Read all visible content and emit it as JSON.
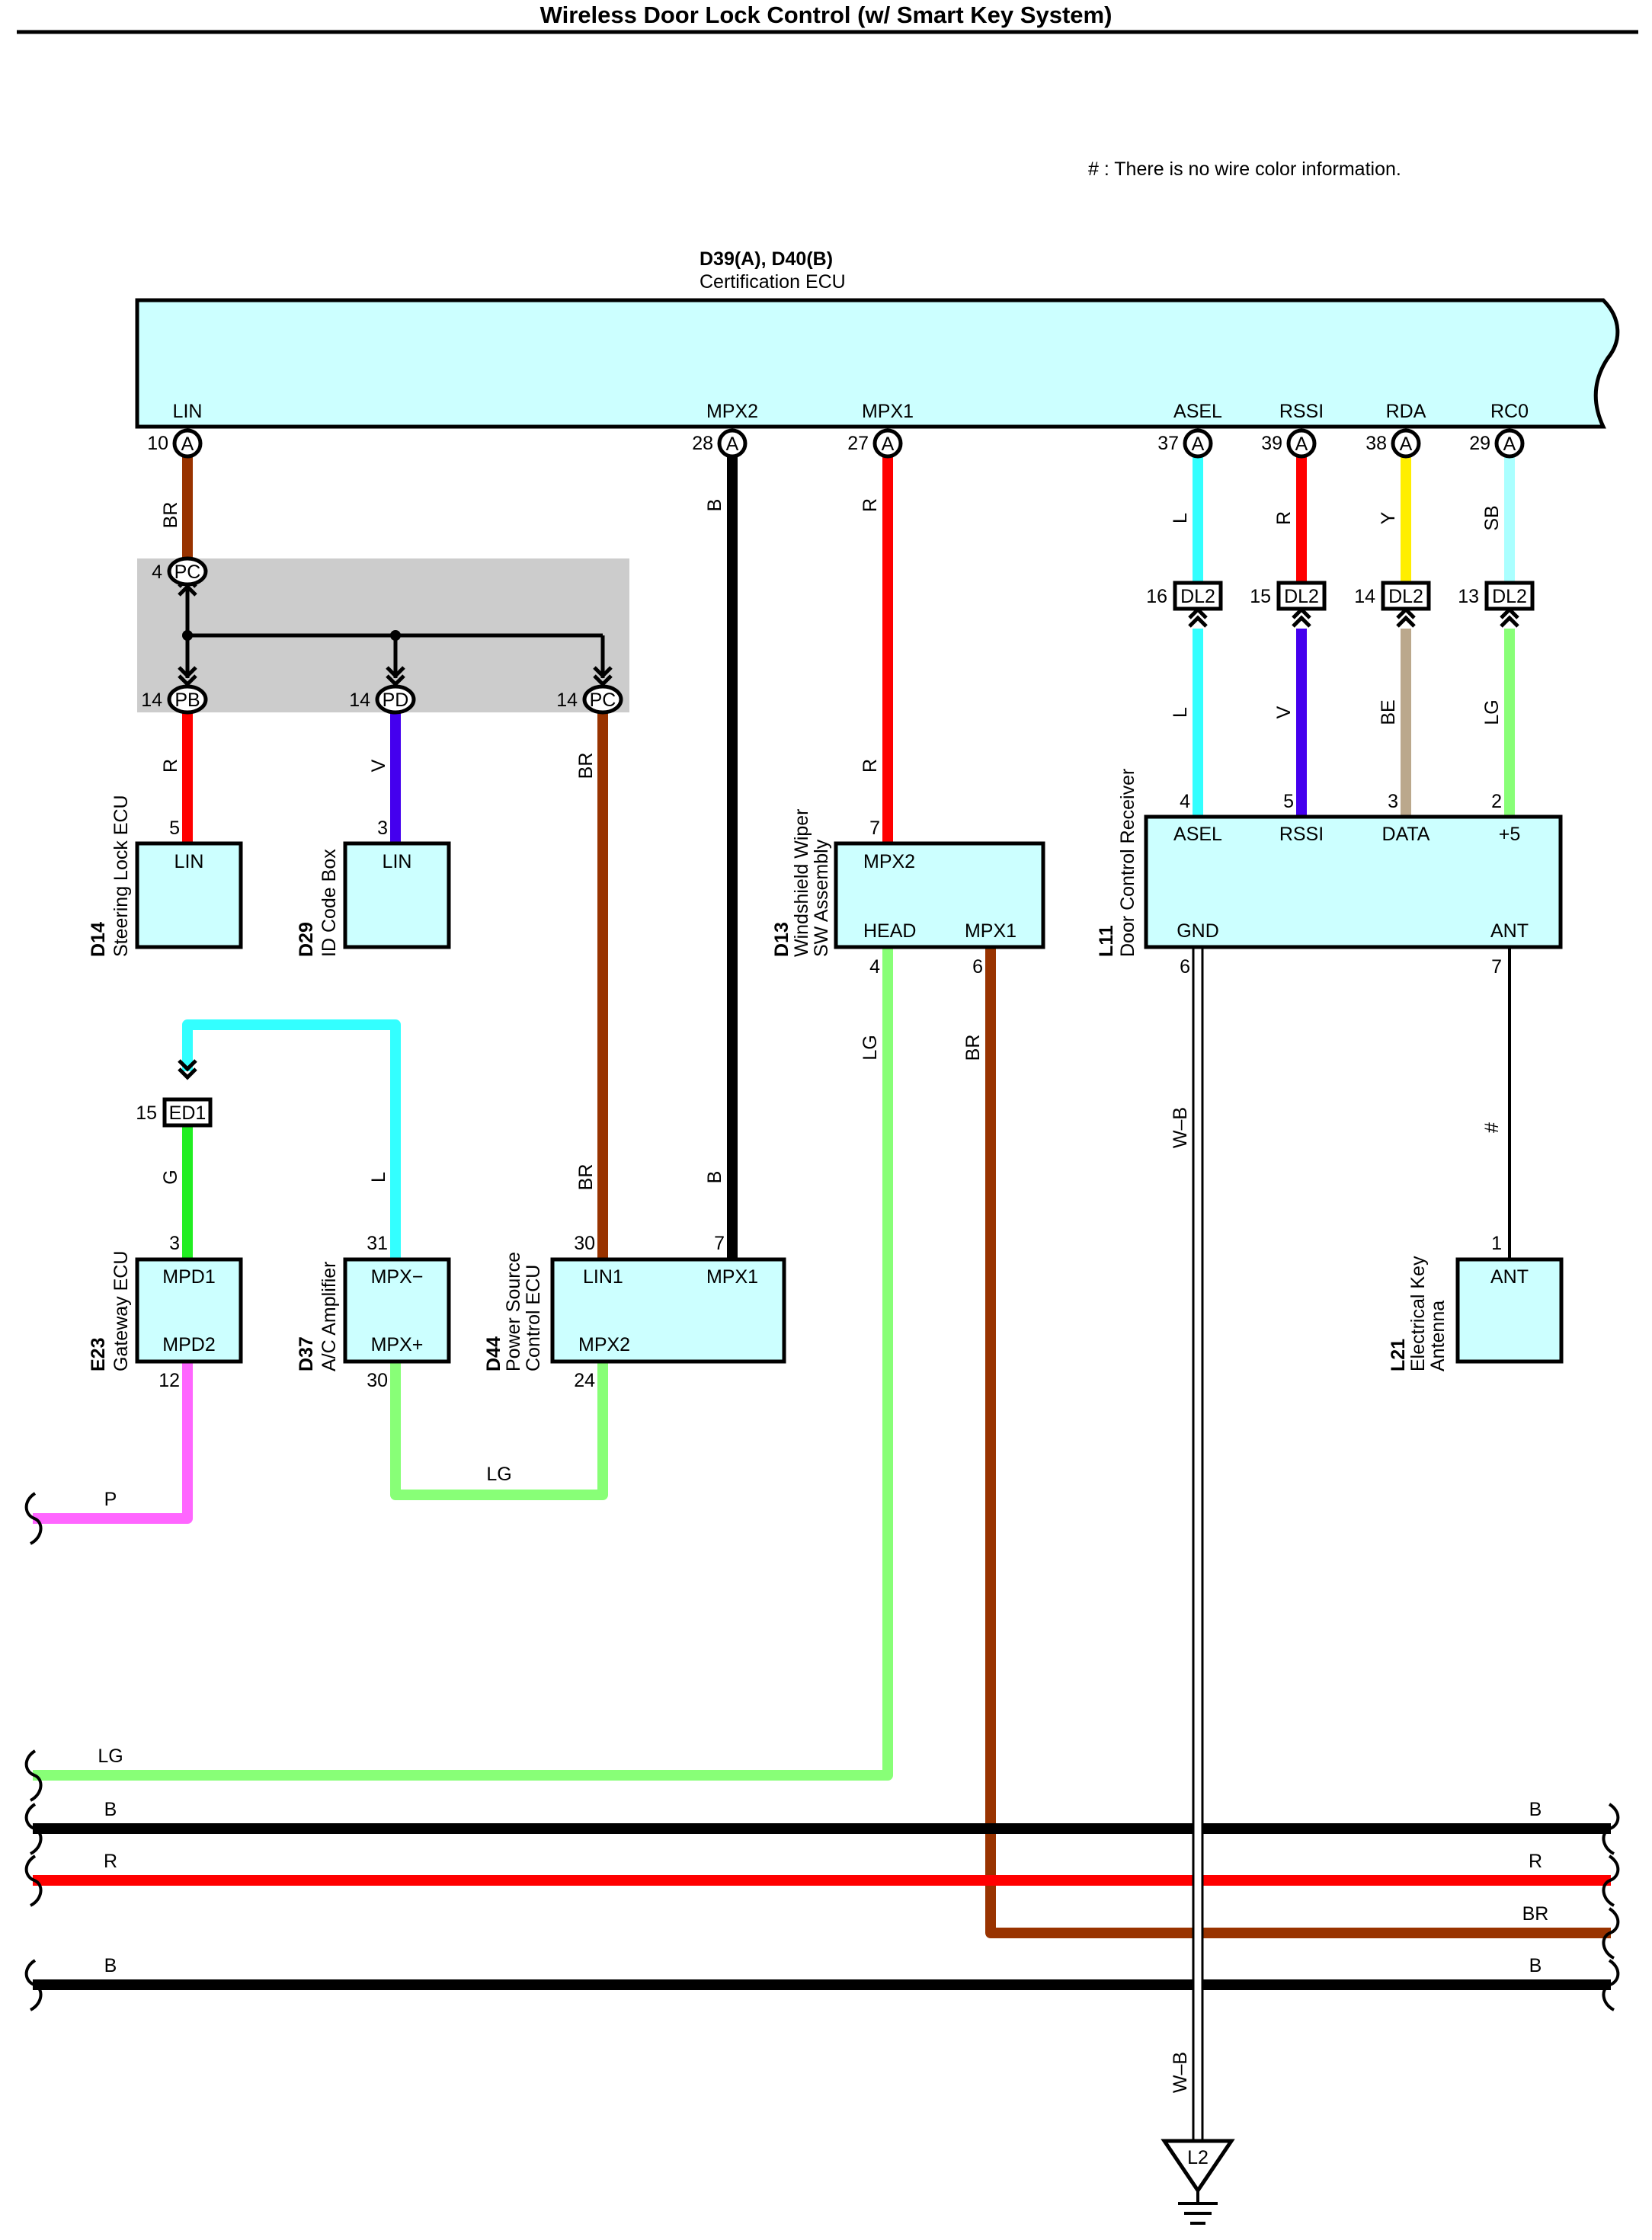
{
  "title": "Wireless Door Lock Control (w/ Smart Key System)",
  "note": "# : There is no wire color information.",
  "colors": {
    "box_fill": "#ccffff",
    "junction_block": "#cccccc",
    "BR": "#993300",
    "B": "#000000",
    "R": "#ff0000",
    "L": "#33ffff",
    "Y": "#ffee00",
    "SB": "#aaffff",
    "V": "#4400ee",
    "BE": "#bba88c",
    "LG": "#88ff77",
    "G": "#22ee22",
    "P": "#ff66ff",
    "W-B": "#ffffff"
  },
  "cert_ecu": {
    "code": "D39(A), D40(B)",
    "name": "Certification ECU",
    "pins": [
      {
        "name": "LIN",
        "no": "10",
        "conn": "A",
        "wire": "BR"
      },
      {
        "name": "MPX2",
        "no": "28",
        "conn": "A",
        "wire": "B"
      },
      {
        "name": "MPX1",
        "no": "27",
        "conn": "A",
        "wire": "R"
      },
      {
        "name": "ASEL",
        "no": "37",
        "conn": "A",
        "wire": "L"
      },
      {
        "name": "RSSI",
        "no": "39",
        "conn": "A",
        "wire": "R"
      },
      {
        "name": "RDA",
        "no": "38",
        "conn": "A",
        "wire": "Y"
      },
      {
        "name": "RC0",
        "no": "29",
        "conn": "A",
        "wire": "SB"
      }
    ]
  },
  "junction": {
    "in": {
      "no": "4",
      "label": "PC"
    },
    "outs": [
      {
        "no": "14",
        "label": "PB",
        "wire": "R"
      },
      {
        "no": "14",
        "label": "PD",
        "wire": "V"
      },
      {
        "no": "14",
        "label": "PC",
        "wire": "BR"
      }
    ]
  },
  "dl2": [
    {
      "no": "16",
      "label": "DL2",
      "wire": "L"
    },
    {
      "no": "15",
      "label": "DL2",
      "wire": "V"
    },
    {
      "no": "14",
      "label": "DL2",
      "wire": "BE"
    },
    {
      "no": "13",
      "label": "DL2",
      "wire": "LG"
    }
  ],
  "ed1": {
    "no": "15",
    "label": "ED1"
  },
  "components": {
    "d14": {
      "code": "D14",
      "name": "Steering Lock ECU",
      "pin_no": "5",
      "pin": "LIN"
    },
    "d29": {
      "code": "D29",
      "name": "ID Code Box",
      "pin_no": "3",
      "pin": "LIN"
    },
    "d13": {
      "code": "D13",
      "name1": "Windshield Wiper",
      "name2": "SW Assembly",
      "top_no": "7",
      "top_pin": "MPX2",
      "pin_head": "HEAD",
      "pin_mpx1": "MPX1",
      "no_head": "4",
      "no_mpx1": "6"
    },
    "l11": {
      "code": "L11",
      "name": "Door Control Receiver",
      "pins_top": [
        "ASEL",
        "RSSI",
        "DATA",
        "+5"
      ],
      "nos_top": [
        "4",
        "5",
        "3",
        "2"
      ],
      "pin_gnd": "GND",
      "pin_ant": "ANT",
      "no_gnd": "6",
      "no_ant": "7"
    },
    "e23": {
      "code": "E23",
      "name": "Gateway ECU",
      "pin1": "MPD1",
      "pin2": "MPD2",
      "no1": "3",
      "no2": "12"
    },
    "d37": {
      "code": "D37",
      "name": "A/C Amplifier",
      "pin1": "MPX−",
      "pin2": "MPX+",
      "no1": "31",
      "no2": "30"
    },
    "d44": {
      "code": "D44",
      "name1": "Power Source",
      "name2": "Control ECU",
      "pin_lin1": "LIN1",
      "pin_mpx1": "MPX1",
      "pin_mpx2": "MPX2",
      "no_lin1": "30",
      "no_mpx1": "7",
      "no_mpx2": "24"
    },
    "l21": {
      "code": "L21",
      "name1": "Electrical Key",
      "name2": "Antenna",
      "pin": "ANT",
      "no": "1"
    }
  },
  "wire_labels": {
    "br1": "BR",
    "b1": "B",
    "r1": "R",
    "l1": "L",
    "r2": "R",
    "y1": "Y",
    "sb1": "SB",
    "l2": "L",
    "v1": "V",
    "be1": "BE",
    "lg1": "LG",
    "r3": "R",
    "v2": "V",
    "br2": "BR",
    "r4": "R",
    "lg2": "LG",
    "br3": "BR",
    "wb1": "W–B",
    "hash": "#",
    "g1": "G",
    "l3": "L",
    "br4": "BR",
    "b2": "B",
    "lg3": "LG",
    "p1": "P",
    "lg4": "LG",
    "bus_b1": "B",
    "bus_r": "R",
    "bus_b2": "B",
    "right_b1": "B",
    "right_r": "R",
    "right_br": "BR",
    "right_b2": "B",
    "wb2": "W–B"
  },
  "ground": "L2"
}
